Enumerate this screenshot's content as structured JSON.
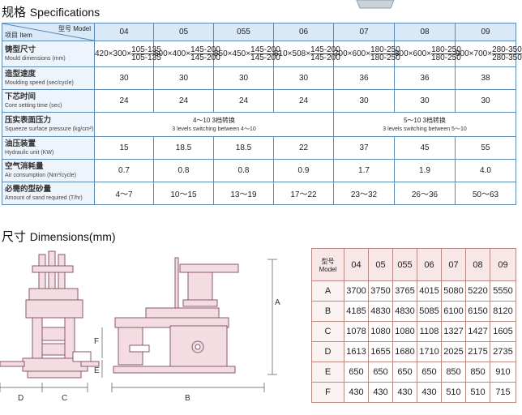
{
  "specs": {
    "title_zh": "规格",
    "title_en": "Specifications",
    "header": {
      "model_zh": "型号",
      "model_en": "Model",
      "item_zh": "项目",
      "item_en": "Item",
      "models": [
        "04",
        "05",
        "055",
        "06",
        "07",
        "08",
        "09"
      ]
    },
    "rows": [
      {
        "zh": "铸型尺寸",
        "en": "Mould dimensions (mm)",
        "molds": [
          {
            "a": "420×300×",
            "b": "105-135",
            "c": "105-135"
          },
          {
            "a": "500×400×",
            "b": "145-200",
            "c": "145-200"
          },
          {
            "a": "550×450×",
            "b": "145-200",
            "c": "145-200"
          },
          {
            "a": "610×508×",
            "b": "145-200",
            "c": "145-200"
          },
          {
            "a": "700×600×",
            "b": "180-250",
            "c": "180-250"
          },
          {
            "a": "800×600×",
            "b": "180-250",
            "c": "180-250"
          },
          {
            "a": "900×700×",
            "b": "280-350",
            "c": "280-350"
          }
        ]
      },
      {
        "zh": "造型速度",
        "en": "Moulding speed (sec/cycle)",
        "values": [
          "30",
          "30",
          "30",
          "30",
          "36",
          "36",
          "38"
        ]
      },
      {
        "zh": "下芯时间",
        "en": "Core setting time (sec)",
        "values": [
          "24",
          "24",
          "24",
          "24",
          "30",
          "30",
          "30"
        ]
      },
      {
        "zh": "压实表面压力",
        "en": "Squeeze surface pressure (kg/cm²)",
        "merged": [
          {
            "zh": "4～10  3档转换",
            "en": "3 levels switching between 4～10"
          },
          {
            "zh": "5～10  3档转换",
            "en": "3 levels switching between 5～10"
          }
        ]
      },
      {
        "zh": "油压装置",
        "en": "Hydraulic unit (KW)",
        "values": [
          "15",
          "18.5",
          "18.5",
          "22",
          "37",
          "45",
          "55"
        ]
      },
      {
        "zh": "空气消耗量",
        "en": "Air consumption (Nm³/cycle)",
        "values": [
          "0.7",
          "0.8",
          "0.8",
          "0.9",
          "1.7",
          "1.9",
          "4.0"
        ]
      },
      {
        "zh": "必需的型砂量",
        "en": "Amount of sand required (T/hr)",
        "values": [
          "4～7",
          "10～15",
          "13～19",
          "17～22",
          "23～32",
          "26～36",
          "50～63"
        ]
      }
    ]
  },
  "dimensions": {
    "title_zh": "尺寸",
    "title_en": "Dimensions(mm)",
    "header_zh": "型号",
    "header_en": "Model",
    "models": [
      "04",
      "05",
      "055",
      "06",
      "07",
      "08",
      "09"
    ],
    "rows": [
      {
        "key": "A",
        "values": [
          "3700",
          "3750",
          "3765",
          "4015",
          "5080",
          "5220",
          "5550"
        ]
      },
      {
        "key": "B",
        "values": [
          "4185",
          "4830",
          "4830",
          "5085",
          "6100",
          "6150",
          "8120"
        ]
      },
      {
        "key": "C",
        "values": [
          "1078",
          "1080",
          "1080",
          "1108",
          "1327",
          "1427",
          "1605"
        ]
      },
      {
        "key": "D",
        "values": [
          "1613",
          "1655",
          "1680",
          "1710",
          "2025",
          "2175",
          "2735"
        ]
      },
      {
        "key": "E",
        "values": [
          "650",
          "650",
          "650",
          "650",
          "850",
          "850",
          "910"
        ]
      },
      {
        "key": "F",
        "values": [
          "430",
          "430",
          "430",
          "430",
          "510",
          "510",
          "715"
        ]
      }
    ],
    "drawing_labels": {
      "a": "A",
      "b": "B",
      "c": "C",
      "d": "D",
      "e": "E",
      "f": "F"
    }
  },
  "colors": {
    "spec_border": "#5a8ab6",
    "spec_header_bg": "#d9e9f7",
    "dim_border": "#b98a83",
    "machine_fill": "#f4dce3",
    "machine_stroke": "#8a5a68"
  }
}
